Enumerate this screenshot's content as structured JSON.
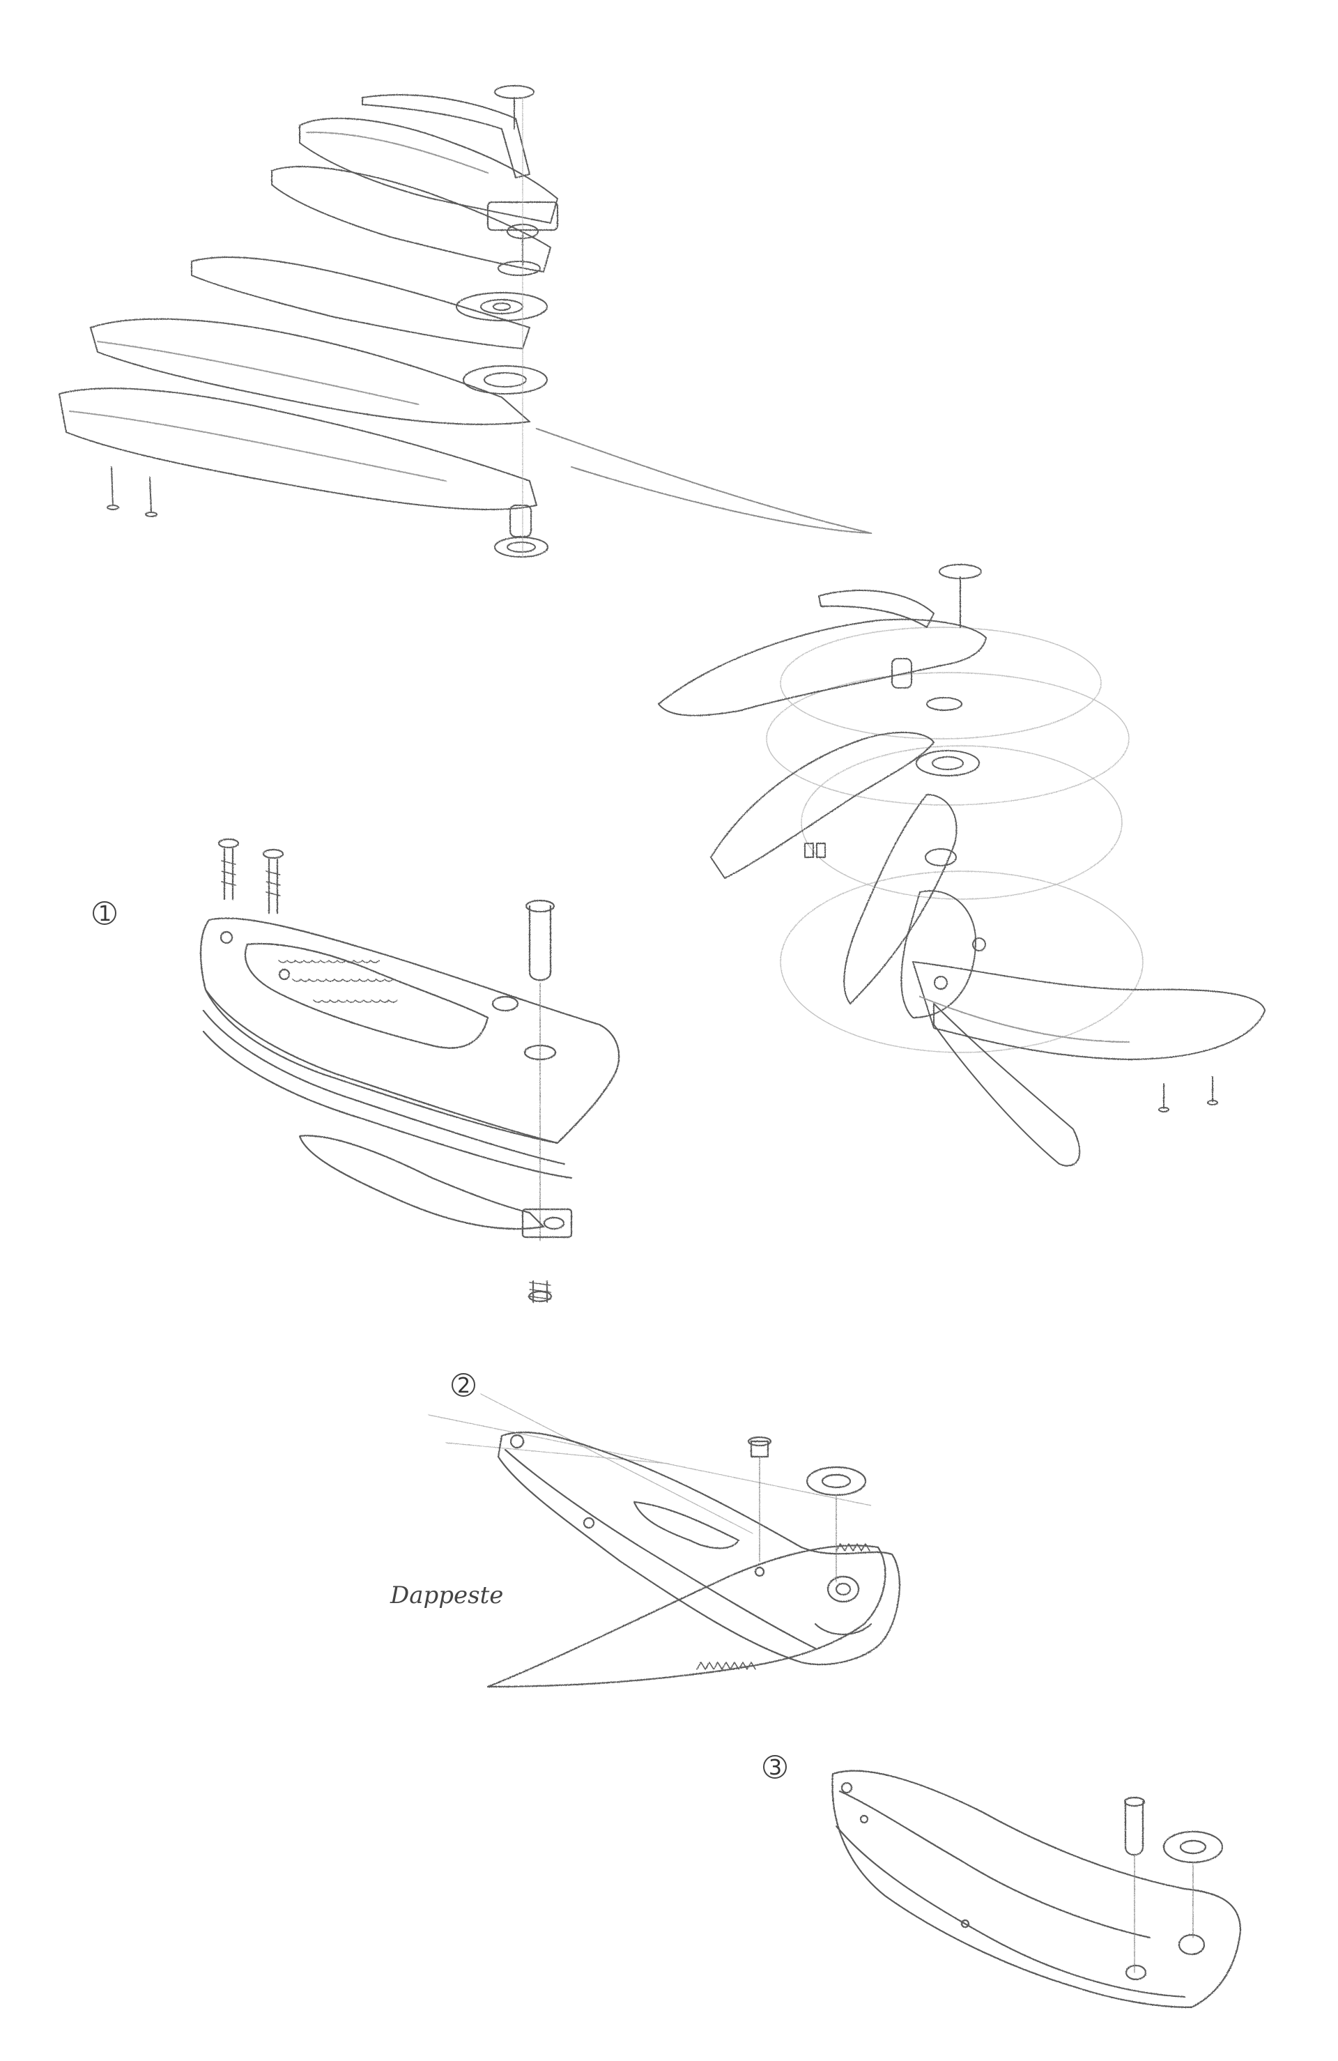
{
  "sheet": {
    "title": "",
    "background": "#ffffff",
    "pencil_color": "#5a5a5a",
    "light_pencil_color": "#a8a8a8"
  },
  "labels": {
    "step1": "1",
    "step2": "2",
    "step3": "3",
    "signature": "Dappeste"
  }
}
